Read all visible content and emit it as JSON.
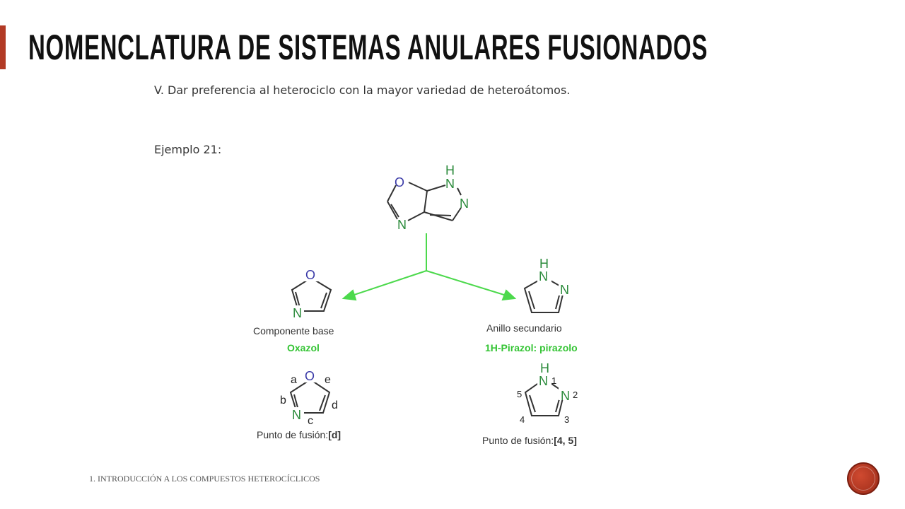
{
  "slide": {
    "title": "Nomenclatura de sistemas anulares fusionados",
    "rule": "V. Dar preferencia al heterociclo con la mayor variedad de heteroátomos.",
    "example": "Ejemplo 21:",
    "footer": "1. Introducción a los compuestos heterocíclicos"
  },
  "scheme": {
    "atoms": {
      "O": "O",
      "N": "N",
      "H": "H"
    },
    "left": {
      "caption": "Componente base",
      "name": "Oxazol",
      "positions": [
        "a",
        "b",
        "c",
        "d",
        "e"
      ],
      "fusion_label": "Punto de fusión:",
      "fusion_value": "[d]"
    },
    "right": {
      "caption": "Anillo secundario",
      "name": "1H-Pirazol: pirazolo",
      "positions": [
        "1",
        "2",
        "3",
        "4",
        "5"
      ],
      "fusion_label": "Punto de fusión:",
      "fusion_value": "[4, 5]"
    }
  },
  "colors": {
    "accent": "#b23a25",
    "arrow": "#4cd94c",
    "oxygen": "#3b3ba8",
    "nitrogen": "#2a8a3a",
    "name": "#34c434"
  }
}
